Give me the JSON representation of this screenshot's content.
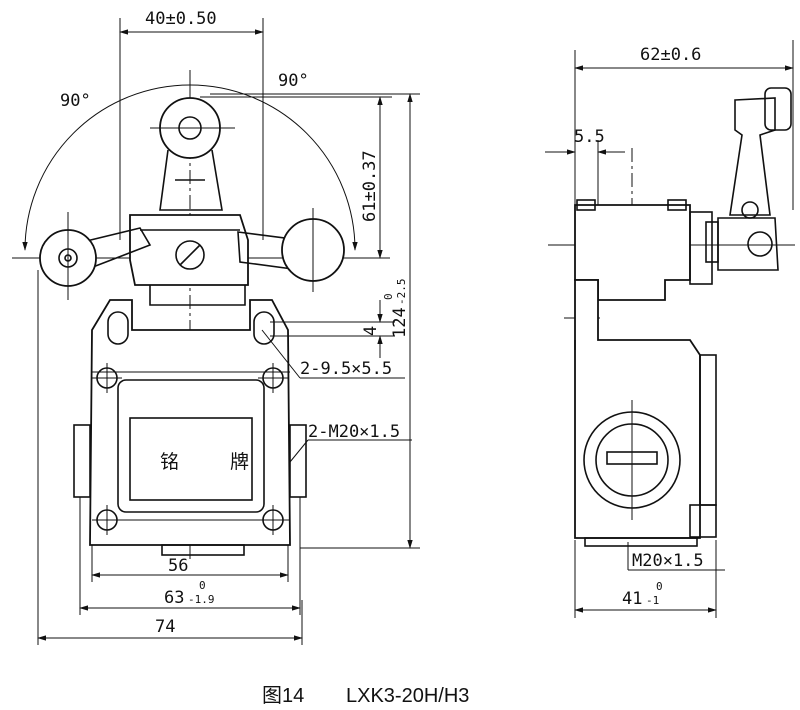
{
  "front_view": {
    "dims": {
      "roller_spacing": "40±0.50",
      "arc_left_angle": "90°",
      "arc_right_angle": "90°",
      "roller_height": "61±0.37",
      "total_height_base": "124",
      "total_height_tol": "-2.5",
      "total_height_tol_upper": "0",
      "slot_offset": "4",
      "slot_spec": "2-9.5×5.5",
      "thread_spec": "2-M20×1.5",
      "hole_spacing": "56",
      "body_width_base": "63",
      "body_width_tol_upper": "0",
      "body_width_tol_lower": "-1.9",
      "overall_width": "74"
    },
    "nameplate": {
      "char1": "铭",
      "char2": "牌"
    }
  },
  "side_view": {
    "dims": {
      "depth": "62±0.6",
      "offset": "5.5",
      "thread": "M20×1.5",
      "width_base": "41",
      "width_tol_upper": "0",
      "width_tol_lower": "-1"
    }
  },
  "caption": {
    "figure_no": "图14",
    "model": "LXK3-20H/H3"
  }
}
